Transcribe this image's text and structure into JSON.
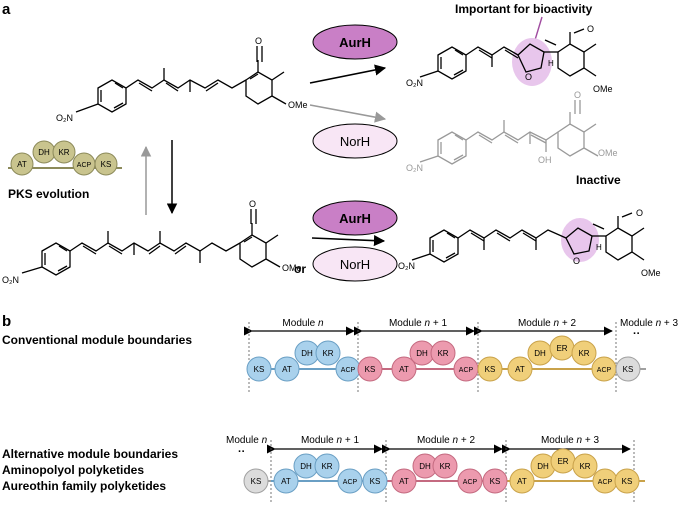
{
  "panel_a": {
    "label": "a",
    "enzyme_aurh": "AurH",
    "enzyme_norh": "NorH",
    "or_label": "or",
    "important_label": "Important for bioactivity",
    "inactive_label": "Inactive",
    "pks_label": "PKS evolution",
    "pks_domains": [
      "AT",
      "DH",
      "KR",
      "ACP",
      "KS"
    ],
    "nitro": "O₂N",
    "ome": "OMe",
    "oh": "OH",
    "o": "O",
    "h": "H",
    "highlight_color": "#e8c6ec",
    "aurh_color": "#c97fc6",
    "norh_color": "#f8e6f5"
  },
  "panel_b": {
    "label": "b",
    "conventional_label": "Conventional module boundaries",
    "alternative_lines": [
      "Alternative module boundaries",
      "Aminopolyol polyketides",
      "Aureothin family polyketides"
    ],
    "row1_modules": [
      {
        "pre": "Module ",
        "var": "n",
        "post": ""
      },
      {
        "pre": "Module ",
        "var": "n",
        "post": " + 1"
      },
      {
        "pre": "Module ",
        "var": "n",
        "post": " + 2"
      },
      {
        "pre": "Module ",
        "var": "n",
        "post": " + 3"
      }
    ],
    "row2_modules": [
      {
        "pre": "Module ",
        "var": "n",
        "post": ""
      },
      {
        "pre": "Module ",
        "var": "n",
        "post": " + 1"
      },
      {
        "pre": "Module ",
        "var": "n",
        "post": " + 2"
      },
      {
        "pre": "Module ",
        "var": "n",
        "post": " + 3"
      }
    ],
    "row1_domains": [
      "KS",
      "AT",
      "DH",
      "KR",
      "ACP",
      "KS",
      "AT",
      "DH",
      "KR",
      "ACP",
      "KS",
      "AT",
      "DH",
      "ER",
      "KR",
      "ACP",
      "KS"
    ],
    "row2_domains": [
      "KS",
      "AT",
      "DH",
      "KR",
      "ACP",
      "KS",
      "AT",
      "DH",
      "KR",
      "ACP",
      "KS",
      "AT",
      "DH",
      "ER",
      "KR",
      "ACP",
      "KS"
    ],
    "colors": {
      "blue": "#a9d1ec",
      "red": "#ec9aae",
      "orange": "#f0cf7a",
      "grey": "#dcdcdc",
      "olive": "#c9c48e"
    }
  }
}
